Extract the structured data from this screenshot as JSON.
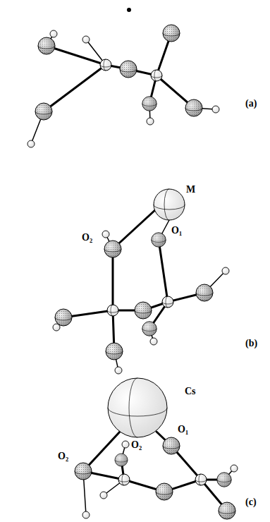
{
  "diagram": {
    "labels": [
      "(a)",
      "M",
      "O₂",
      "O₁",
      "(b)",
      "Cs",
      "O₂",
      "O₂",
      "O₁",
      "(c)"
    ]
  }
}
